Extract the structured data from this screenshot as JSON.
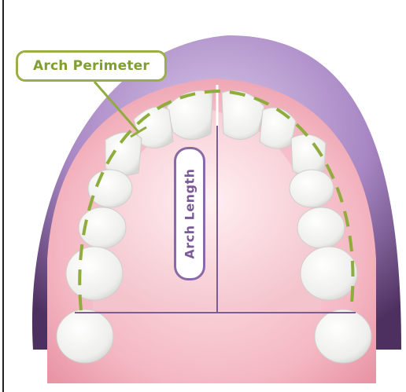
{
  "labels": {
    "arch_perimeter": "Arch Perimeter",
    "arch_length": "Arch Length"
  },
  "colors": {
    "background": "#ffffff",
    "halo_purple": "#8e6aa9",
    "gum_pink": "#f2b4bf",
    "palate_pink": "#f7cdd4",
    "tooth_white": "#f7f7f5",
    "perimeter_line_green": "#8fac3c",
    "length_line_purple": "#7a5d93",
    "divider_dark": "#333333"
  },
  "icons": [
    "upper-dental-arch-illustration"
  ]
}
